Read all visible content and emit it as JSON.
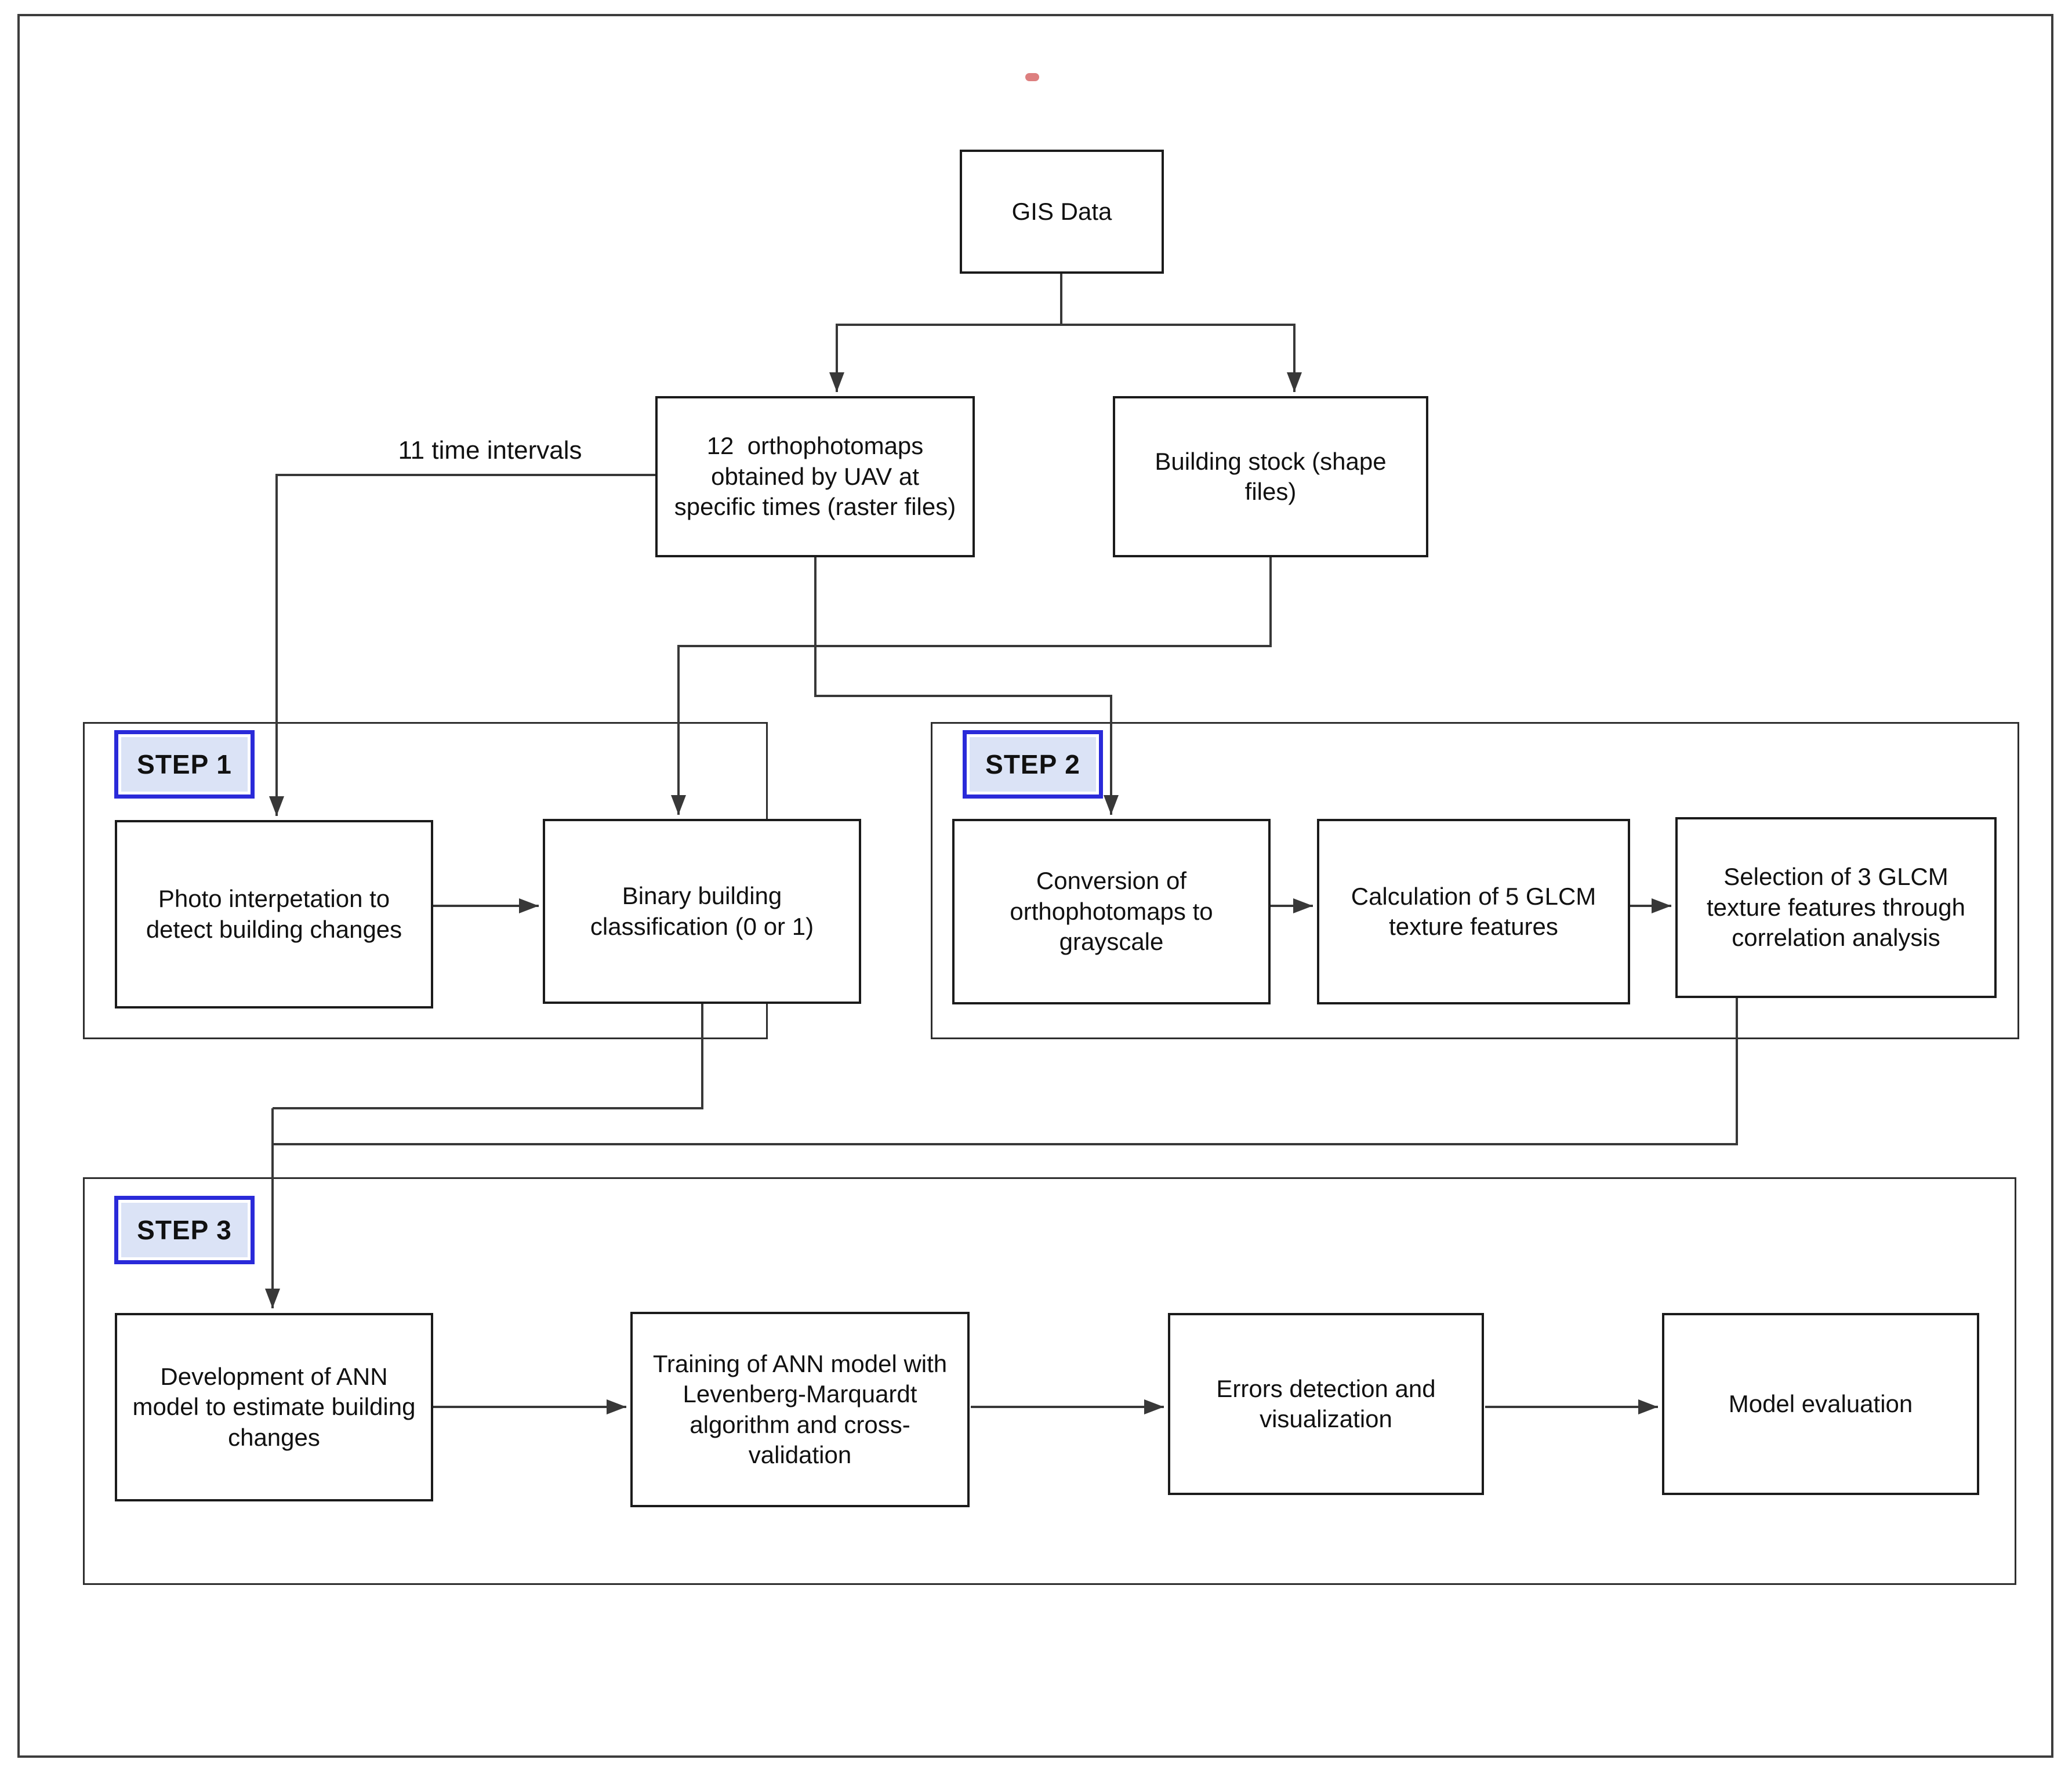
{
  "colors": {
    "background": "#ffffff",
    "frame_border": "#3d3d3d",
    "box_border": "#1b1b1b",
    "container_border": "#2e2e2e",
    "line": "#383838",
    "step_label_border": "#2a2ad9",
    "step_label_fill": "#dbe3f6",
    "text": "#111111",
    "red_dot": "#dd7f7f"
  },
  "steps": {
    "step1": {
      "label": "STEP 1"
    },
    "step2": {
      "label": "STEP 2"
    },
    "step3": {
      "label": "STEP 3"
    }
  },
  "annotations": {
    "time_intervals": "11 time intervals"
  },
  "nodes": {
    "gis_data": {
      "label": "GIS Data"
    },
    "orthophotomaps": {
      "label": "12  orthophotomaps obtained by UAV at specific times (raster files)"
    },
    "building_stock": {
      "label": "Building stock (shape files)"
    },
    "photo_interpretation": {
      "label": "Photo interpetation to detect building changes"
    },
    "binary_classification": {
      "label": "Binary building classification (0 or 1)"
    },
    "conversion_grayscale": {
      "label": "Conversion of orthophotomaps to grayscale"
    },
    "glcm_calculation": {
      "label": "Calculation of 5 GLCM texture features"
    },
    "glcm_selection": {
      "label": "Selection of 3 GLCM texture features through correlation analysis"
    },
    "ann_development": {
      "label": "Development of ANN model to estimate building changes"
    },
    "ann_training": {
      "label": "Training of ANN model with Levenberg-Marquardt algorithm and cross-validation"
    },
    "errors_detection": {
      "label": "Errors detection and visualization"
    },
    "model_evaluation": {
      "label": "Model evaluation"
    }
  }
}
